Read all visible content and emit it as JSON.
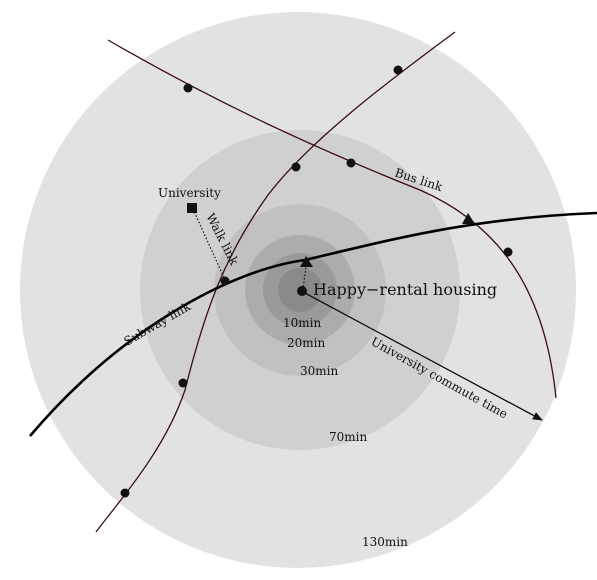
{
  "labels": {
    "housing": "Happy−rental housing",
    "university": "University",
    "walk_link": "Walk link",
    "subway_link": "Subway link",
    "bus_link": "Bus link",
    "commute_time": "University commute time"
  },
  "rings": [
    {
      "label": "10min",
      "fill": "#9a9a9a"
    },
    {
      "label": "20min",
      "fill": "#acacac"
    },
    {
      "label": "30min",
      "fill": "#c1c1c1"
    },
    {
      "label": "70min",
      "fill": "#d0d0d0"
    },
    {
      "label": "130min",
      "fill": "#e2e2e2"
    }
  ],
  "colors": {
    "subway_line": "#000000",
    "bus_line": "#3a1010",
    "text": "#111111"
  },
  "icons": {
    "housing": "filled-circle",
    "university": "filled-square",
    "bus_stop": "filled-circle",
    "subway_station": "filled-triangle"
  }
}
